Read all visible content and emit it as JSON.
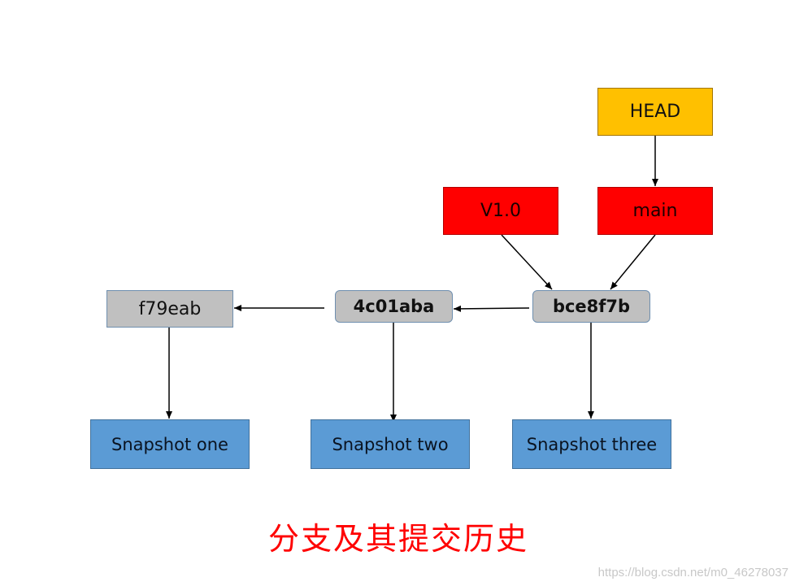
{
  "head": {
    "label": "HEAD"
  },
  "refs": {
    "tag": "V1.0",
    "branch": "main"
  },
  "commits": {
    "first": "f79eab",
    "second": "4c01aba",
    "third": "bce8f7b"
  },
  "snapshots": {
    "one": "Snapshot one",
    "two": "Snapshot two",
    "three": "Snapshot three"
  },
  "caption": "分支及其提交历史",
  "watermark": "https://blog.csdn.net/m0_46278037",
  "colors": {
    "head": "#ffc000",
    "ref": "#ff0000",
    "commit": "#c0c0c0",
    "snapshot": "#5b9bd5",
    "caption": "#ff0000",
    "arrow": "#000000"
  }
}
